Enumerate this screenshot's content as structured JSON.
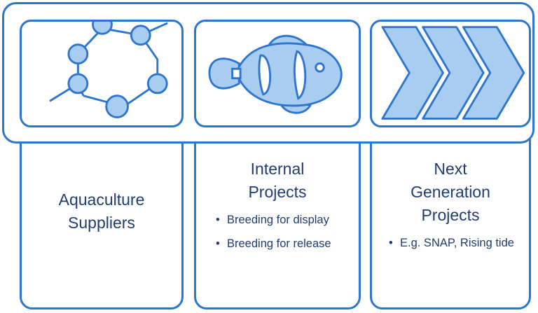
{
  "columns": [
    {
      "title_lines": [
        "Aquaculture",
        "Suppliers"
      ],
      "bullets": [],
      "icon": "molecule-icon"
    },
    {
      "title_lines": [
        "Internal",
        "Projects"
      ],
      "bullets": [
        "Breeding for display",
        "Breeding for release"
      ],
      "icon": "fish-icon"
    },
    {
      "title_lines": [
        "Next",
        "Generation",
        "Projects"
      ],
      "bullets": [
        "E.g. SNAP, Rising tide"
      ],
      "icon": "chevrons-icon"
    }
  ],
  "colors": {
    "border": "#2e75cf",
    "icon_fill": "#a8cdf0",
    "text": "#1f3c73"
  }
}
